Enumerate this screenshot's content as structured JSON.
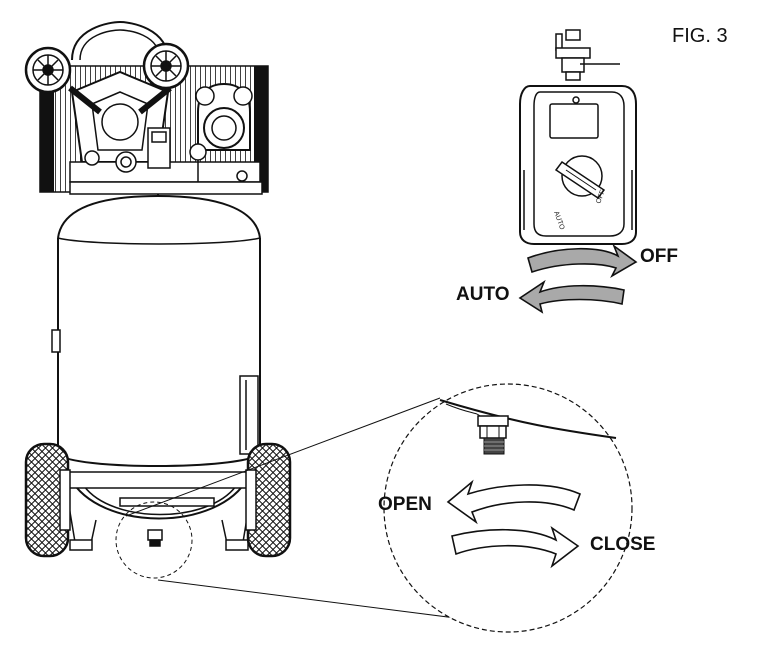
{
  "figure": {
    "label": "FIG. 3"
  },
  "pressure_switch": {
    "knob_positions": [
      "AUTO",
      "OFF"
    ],
    "arrow_labels": {
      "off": "OFF",
      "auto": "AUTO"
    }
  },
  "drain_valve_detail": {
    "arrow_labels": {
      "open": "OPEN",
      "close": "CLOSE"
    }
  },
  "colors": {
    "line": "#111111",
    "arrow_fill": "#a9a9a9",
    "background": "#ffffff"
  }
}
